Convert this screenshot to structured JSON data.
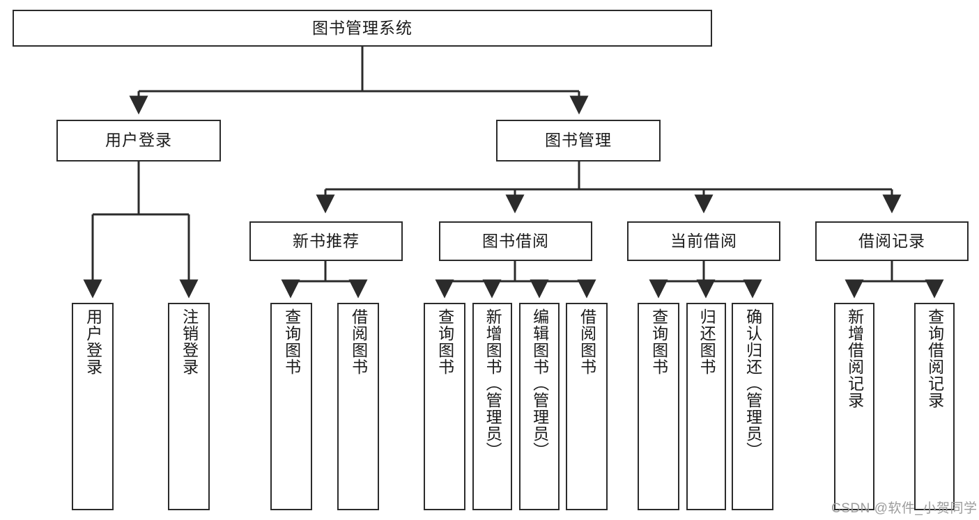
{
  "diagram": {
    "title": "图书管理系统",
    "type": "hierarchy-tree",
    "levels": 4,
    "colors": {
      "box_border": "#2b2b2b",
      "box_fill": "#ffffff",
      "connector": "#2b2b2b",
      "text": "#1a1a1a",
      "watermark": "#9c9c9c"
    },
    "root": {
      "label": "图书管理系统"
    },
    "level2": [
      {
        "id": "user-login",
        "label": "用户登录"
      },
      {
        "id": "book-management",
        "label": "图书管理"
      }
    ],
    "level3": [
      {
        "id": "new-book-recommend",
        "label": "新书推荐",
        "parent": "book-management"
      },
      {
        "id": "book-borrow",
        "label": "图书借阅",
        "parent": "book-management"
      },
      {
        "id": "current-borrow",
        "label": "当前借阅",
        "parent": "book-management"
      },
      {
        "id": "borrow-record",
        "label": "借阅记录",
        "parent": "book-management"
      }
    ],
    "leaves": {
      "user-login": [
        {
          "id": "leaf-user-login",
          "label": "用户登录"
        },
        {
          "id": "leaf-logout",
          "label": "注销登录"
        }
      ],
      "new-book-recommend": [
        {
          "id": "leaf-query-book-1",
          "label": "查询图书"
        },
        {
          "id": "leaf-borrow-book-1",
          "label": "借阅图书"
        }
      ],
      "book-borrow": [
        {
          "id": "leaf-query-book-2",
          "label": "查询图书"
        },
        {
          "id": "leaf-add-book",
          "label": "新增图书（管理员）"
        },
        {
          "id": "leaf-edit-book",
          "label": "编辑图书（管理员）"
        },
        {
          "id": "leaf-borrow-book-2",
          "label": "借阅图书"
        }
      ],
      "current-borrow": [
        {
          "id": "leaf-query-book-3",
          "label": "查询图书"
        },
        {
          "id": "leaf-return-book",
          "label": "归还图书"
        },
        {
          "id": "leaf-confirm-return",
          "label": "确认归还（管理员）"
        }
      ],
      "borrow-record": [
        {
          "id": "leaf-add-record",
          "label": "新增借阅记录"
        },
        {
          "id": "leaf-query-record",
          "label": "查询借阅记录"
        }
      ]
    }
  },
  "watermark": {
    "text": "CSDN @软件_小贺同学"
  }
}
